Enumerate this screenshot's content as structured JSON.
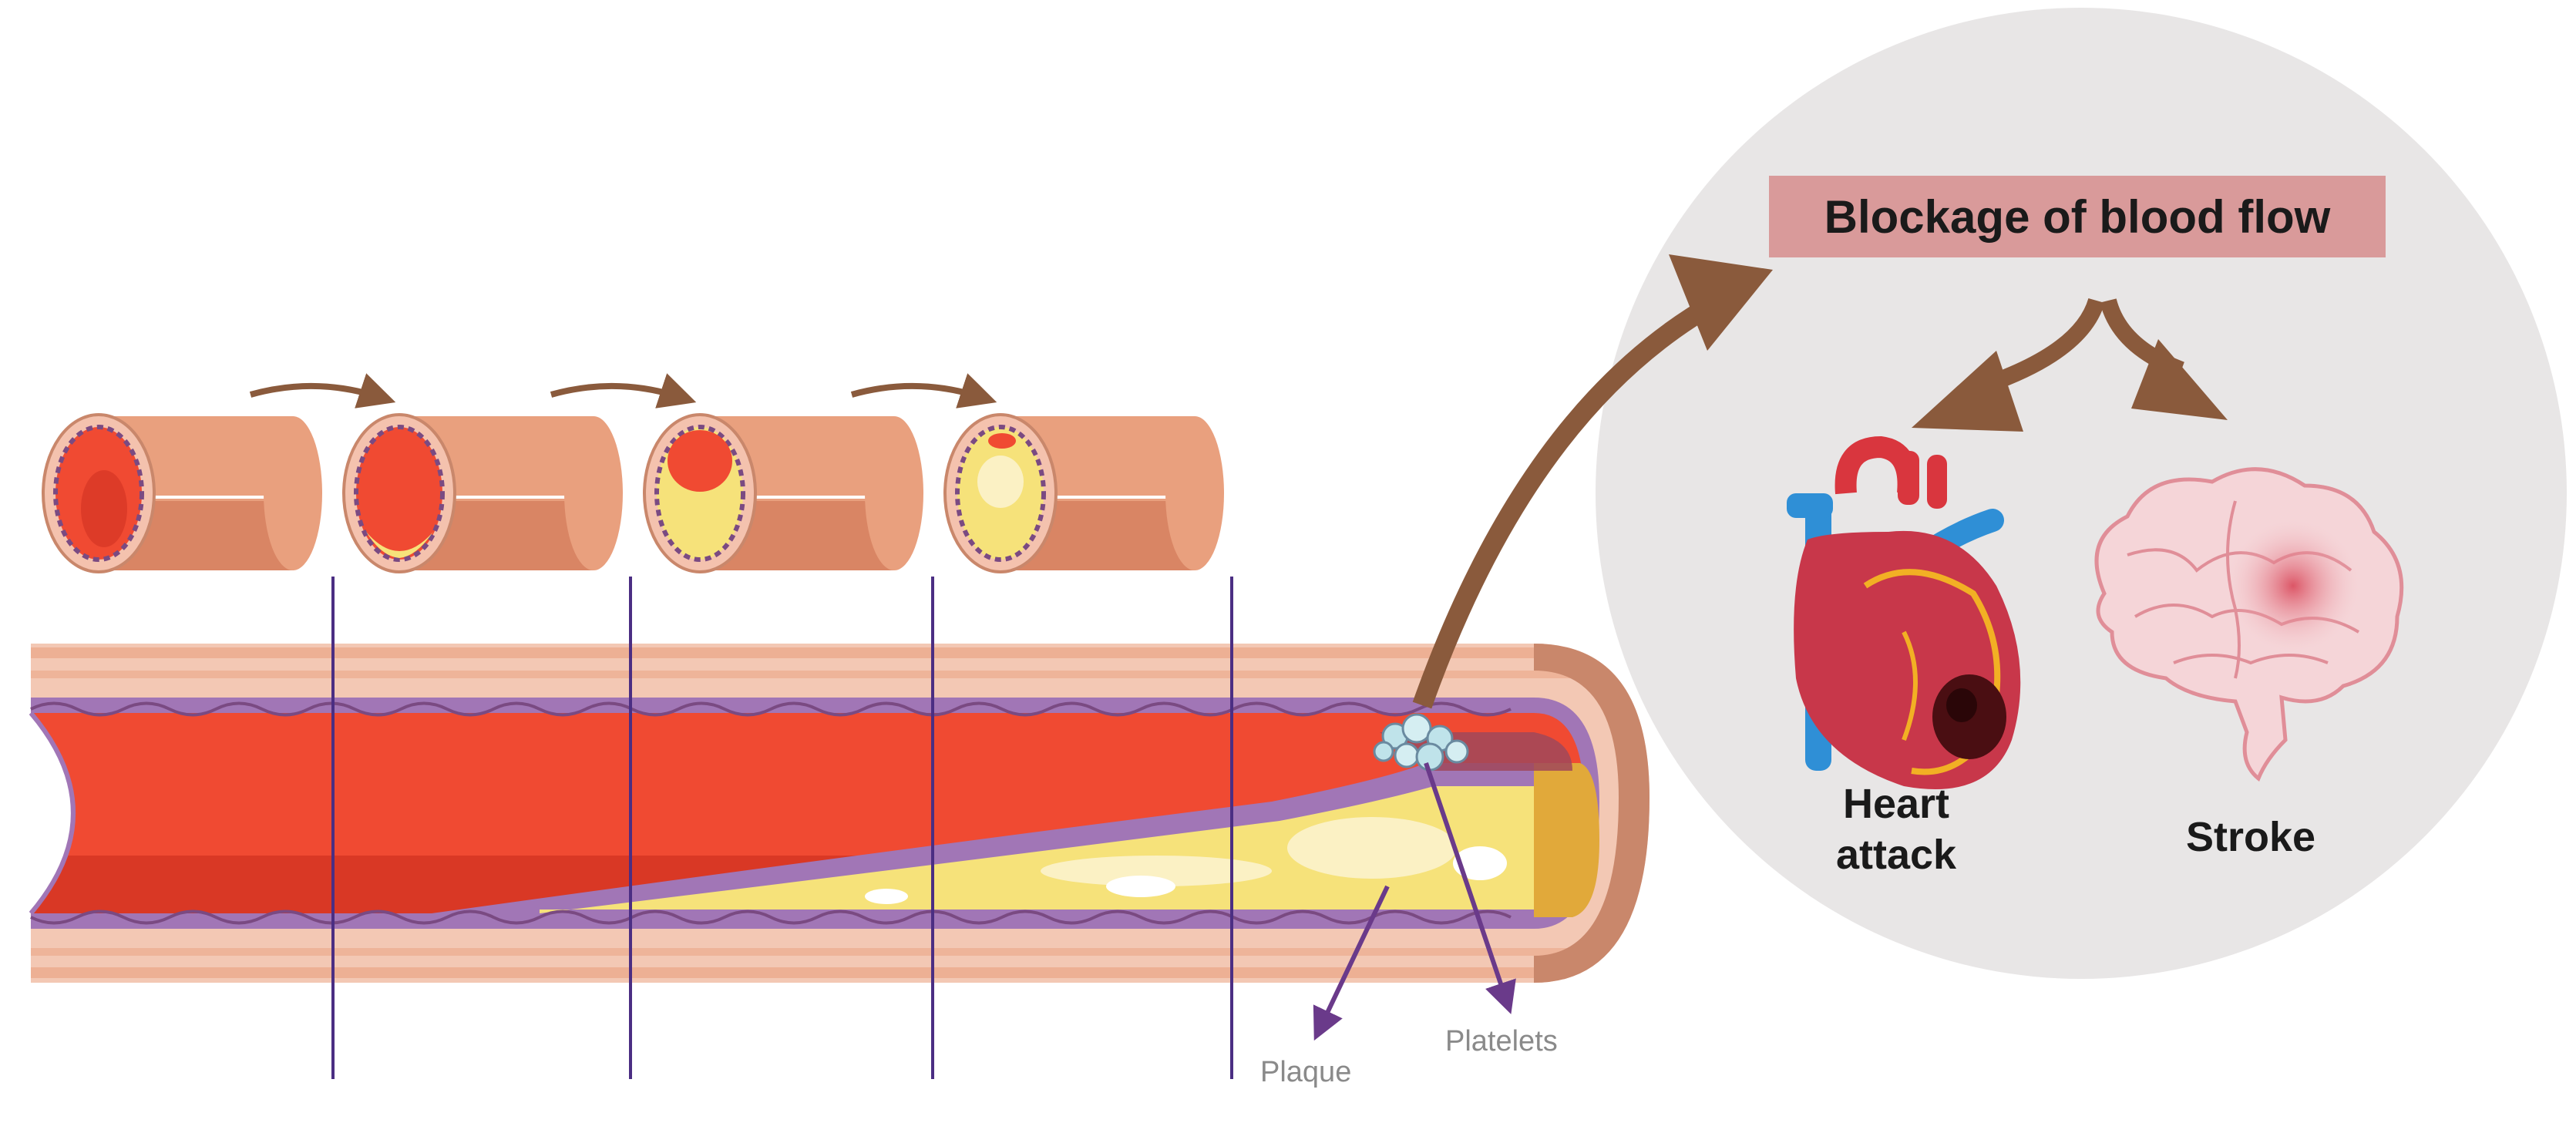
{
  "diagram": {
    "panel_title": "Blockage of blood flow",
    "outcomes": [
      {
        "label": "Heart attack",
        "line1": "Heart",
        "line2": "attack",
        "icon": "heart-icon"
      },
      {
        "label": "Stroke",
        "icon": "brain-icon"
      }
    ],
    "callouts": [
      {
        "label": "Plaque"
      },
      {
        "label": "Platelets"
      }
    ],
    "stages_count": 4
  },
  "colors": {
    "blood": "#f04a32",
    "blood_dark": "#c62a1c",
    "vessel_wall": "#e9a07e",
    "vessel_wall_dark": "#d98564",
    "plaque": "#f6e27a",
    "plaque_light": "#fbf1c4",
    "intima_purple": "#a176b6",
    "divider_line": "#4b2e83",
    "arrow_brown": "#8a5a3c",
    "panel_circle": "#e8e6e6",
    "title_box": "#d99a9a",
    "callout_arrow": "#6a3a8a"
  }
}
